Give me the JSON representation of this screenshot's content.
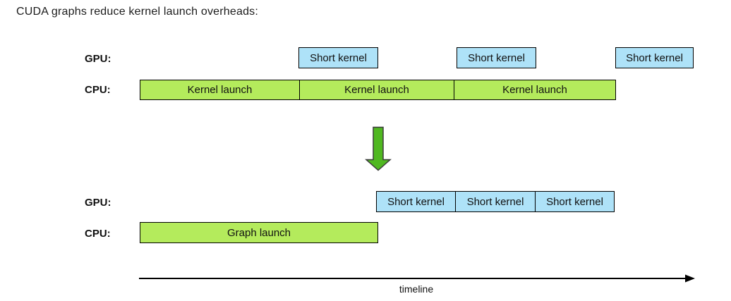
{
  "title": "CUDA graphs reduce kernel launch overheads:",
  "colors": {
    "gpu_box_fill": "#AEE2F8",
    "cpu_box_fill": "#B4EB5C",
    "box_border": "#000000",
    "transform_arrow_fill": "#50B821",
    "transform_arrow_stroke": "#3C3C3C",
    "timeline_arrow": "#000000",
    "text": "#111111",
    "background": "#FFFFFF"
  },
  "before": {
    "gpu_label": "GPU:",
    "cpu_label": "CPU:",
    "gpu_boxes": [
      {
        "label": "Short kernel"
      },
      {
        "label": "Short kernel"
      },
      {
        "label": "Short kernel"
      }
    ],
    "cpu_boxes": [
      {
        "label": "Kernel launch"
      },
      {
        "label": "Kernel launch"
      },
      {
        "label": "Kernel launch"
      }
    ]
  },
  "after": {
    "gpu_label": "GPU:",
    "cpu_label": "CPU:",
    "gpu_boxes": [
      {
        "label": "Short kernel"
      },
      {
        "label": "Short kernel"
      },
      {
        "label": "Short kernel"
      }
    ],
    "cpu_boxes": [
      {
        "label": "Graph launch"
      }
    ]
  },
  "timeline": {
    "label": "timeline"
  }
}
